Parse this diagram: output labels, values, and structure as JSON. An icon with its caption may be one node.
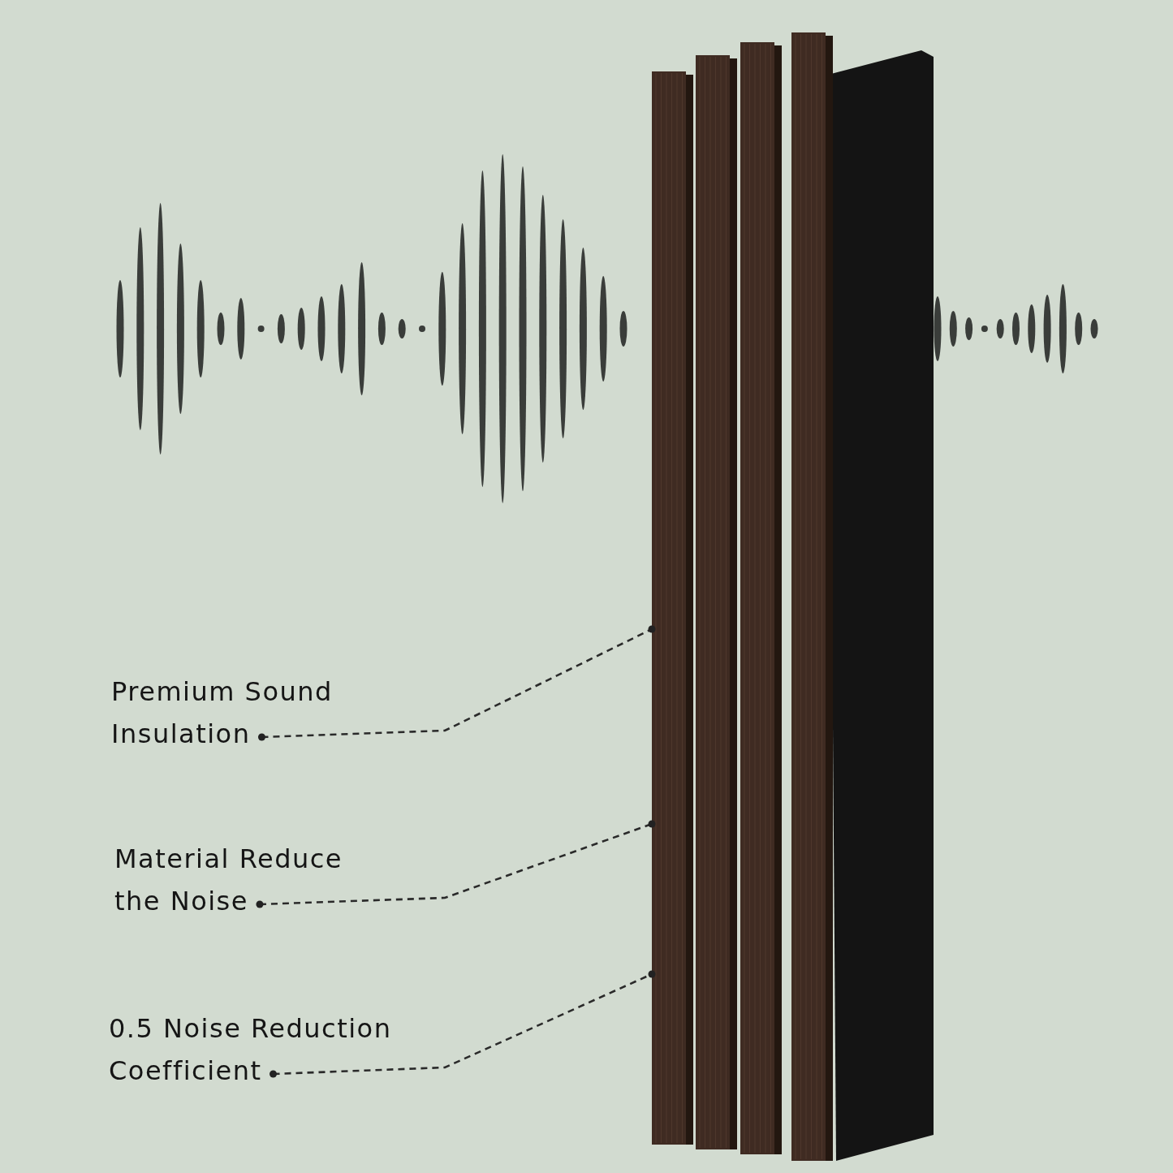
{
  "diagram": {
    "nodes": [
      {
        "text": [
          "Premium Sound Insulation"
        ]
      },
      {
        "text": [
          "Material Reduce the Noise"
        ]
      },
      {
        "text": [
          "0.5 Noise Reduction Coefficient"
        ]
      },
      {
        "text": [],
        "shape": "picture"
      }
    ],
    "edges": [
      {
        "from": 0,
        "to": 3,
        "arrow": "other",
        "style": "dashed"
      },
      {
        "from": 1,
        "to": 3,
        "arrow": "other",
        "style": "dashed"
      },
      {
        "from": 2,
        "to": 3,
        "arrow": "other",
        "style": "dashed"
      }
    ]
  }
}
